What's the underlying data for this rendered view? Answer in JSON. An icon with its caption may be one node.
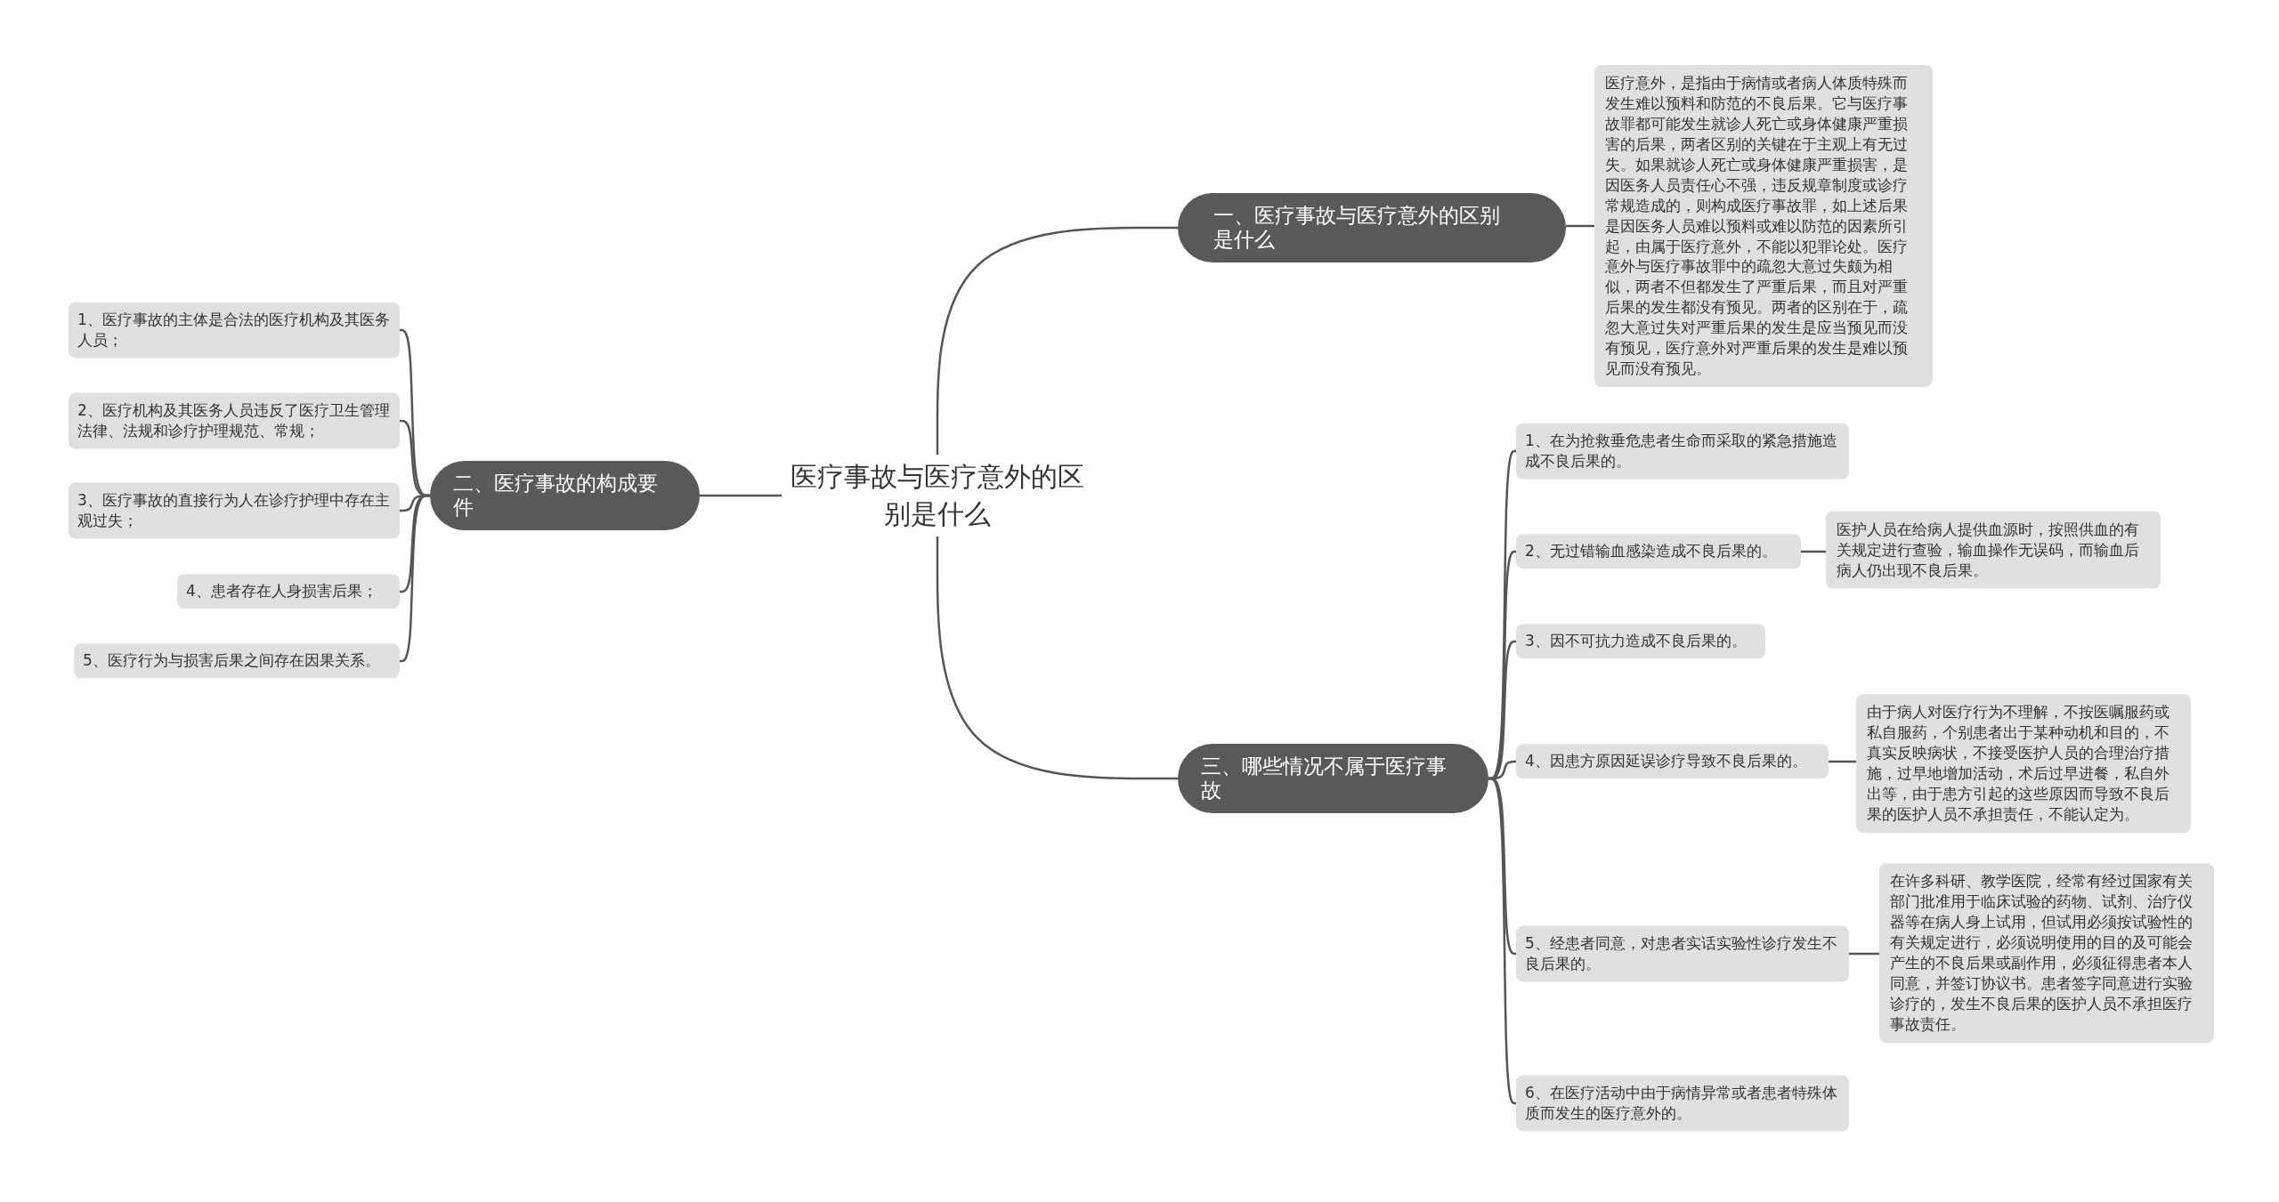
{
  "diagram": {
    "nodes": [
      {
        "text": [
          "医疗事故与医疗意外的区别是什么"
        ]
      },
      {
        "text": [
          "一、医疗事故与医疗意外的区别是什么"
        ]
      },
      {
        "text": [
          "医疗意外，是指由于病情或者病人体质特殊而发生难以预料和防范的不良后果。它与医疗事故罪都可能发生就诊人死亡或身体健康严重损害的后果，两者区别的关键在于主观上有无过失。如果就诊人死亡或身体健康严重损害，是因医务人员责任心不强，违反规章制度或诊疗常规造成的，则构成医疗事故罪，如上述后果是因医务人员难以预料或难以防范的因素所引起，由属于医疗意外，不能以犯罪论处。医疗意外与医疗事故罪中的疏忽大意过失颇为相似，两者不但都发生了严重后果，而且对严重后果的发生都没有预见。两者的区别在于，疏忽大意过失对严重后果的发生是应当预见而没有预见，医疗意外对严重后果的发生是难以预见而没有预见。"
        ]
      },
      {
        "text": [
          "二、医疗事故的构成要件"
        ]
      },
      {
        "text": [
          "1、医疗事故的主体是合法的医疗机构及其医务人员；"
        ]
      },
      {
        "text": [
          "2、医疗机构及其医务人员违反了医疗卫生管理法律、法规和诊疗护理规范、常规；"
        ]
      },
      {
        "text": [
          "3、医疗事故的直接行为人在诊疗护理中存在主观过失；"
        ]
      },
      {
        "text": [
          "4、患者存在人身损害后果；"
        ]
      },
      {
        "text": [
          "5、医疗行为与损害后果之间存在因果关系。"
        ]
      },
      {
        "text": [
          "三、哪些情况不属于医疗事故"
        ]
      },
      {
        "text": [
          "1、在为抢救垂危患者生命而采取的紧急措施造成不良后果的。"
        ]
      },
      {
        "text": [
          "2、无过错输血感染造成不良后果的。"
        ]
      },
      {
        "text": [
          "医护人员在给病人提供血源时，按照供血的有关规定进行查验，输血操作无误码，而输血后病人仍出现不良后果。"
        ]
      },
      {
        "text": [
          "3、因不可抗力造成不良后果的。"
        ]
      },
      {
        "text": [
          "4、因患方原因延误诊疗导致不良后果的。"
        ]
      },
      {
        "text": [
          "由于病人对医疗行为不理解，不按医嘱服药或私自服药，个别患者出于某种动机和目的，不真实反映病状，不接受医护人员的合理治疗措施，过早地增加活动，术后过早进餐，私自外出等，由于患方引起的这些原因而导致不良后果的医护人员不承担责任，不能认定为。"
        ]
      },
      {
        "text": [
          "5、经患者同意，对患者实话实验性诊疗发生不良后果的。"
        ]
      },
      {
        "text": [
          "在许多科研、教学医院，经常有经过国家有关部门批准用于临床试验的药物、试剂、治疗仪器等在病人身上试用，但试用必须按试验性的有关规定进行，必须说明使用的目的及可能会产生的不良后果或副作用，必须征得患者本人同意，并签订协议书。患者签字同意进行实验诊疗的，发生不良后果的医护人员不承担医疗事故责任。"
        ]
      },
      {
        "text": [
          "6、在医疗活动中由于病情异常或者患者特殊体质而发生的医疗意外的。"
        ]
      }
    ],
    "edges": [
      {
        "from": 0,
        "to": 1,
        "arrow": "none"
      },
      {
        "from": 1,
        "to": 2,
        "arrow": "none"
      },
      {
        "from": 0,
        "to": 3,
        "arrow": "none"
      },
      {
        "from": 3,
        "to": 4,
        "arrow": "none"
      },
      {
        "from": 3,
        "to": 5,
        "arrow": "none"
      },
      {
        "from": 3,
        "to": 6,
        "arrow": "none"
      },
      {
        "from": 3,
        "to": 7,
        "arrow": "none"
      },
      {
        "from": 3,
        "to": 8,
        "arrow": "none"
      },
      {
        "from": 0,
        "to": 9,
        "arrow": "none"
      },
      {
        "from": 9,
        "to": 10,
        "arrow": "none"
      },
      {
        "from": 9,
        "to": 11,
        "arrow": "none"
      },
      {
        "from": 11,
        "to": 12,
        "arrow": "none"
      },
      {
        "from": 9,
        "to": 13,
        "arrow": "none"
      },
      {
        "from": 9,
        "to": 14,
        "arrow": "none"
      },
      {
        "from": 14,
        "to": 15,
        "arrow": "none"
      },
      {
        "from": 9,
        "to": 16,
        "arrow": "none"
      },
      {
        "from": 16,
        "to": 17,
        "arrow": "none"
      },
      {
        "from": 9,
        "to": 18,
        "arrow": "none"
      }
    ]
  }
}
